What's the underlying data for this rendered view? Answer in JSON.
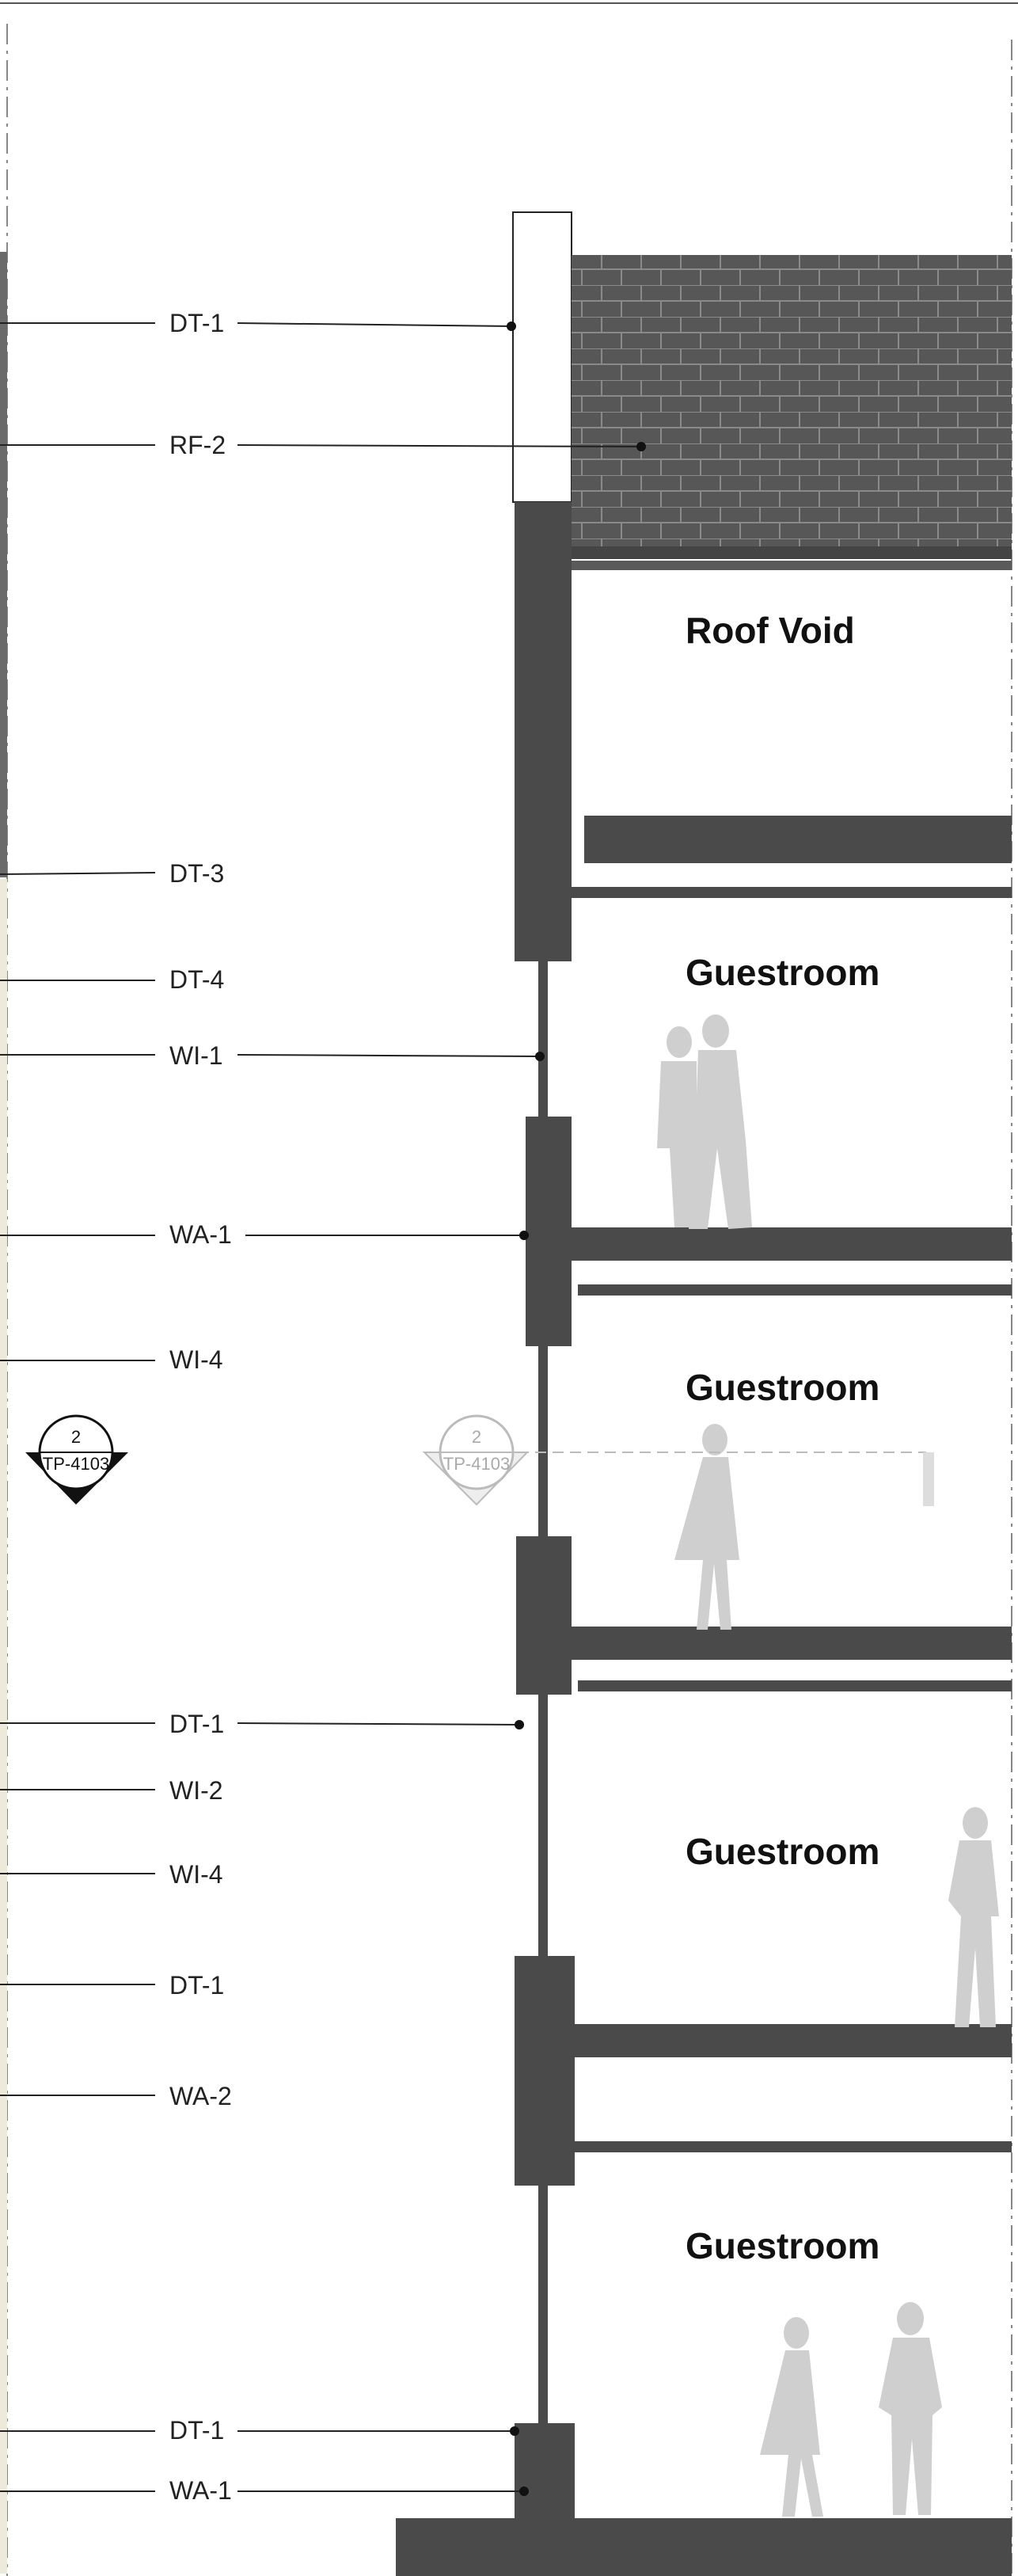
{
  "rooms": {
    "roof_void": "Roof Void",
    "guestroom_1": "Guestroom",
    "guestroom_2": "Guestroom",
    "guestroom_3": "Guestroom",
    "guestroom_4": "Guestroom"
  },
  "tags": [
    "DT-1",
    "RF-2",
    "DT-3",
    "DT-4",
    "WI-1",
    "WA-1",
    "WI-4",
    "DT-1",
    "WI-2",
    "WI-4",
    "DT-1",
    "WA-2",
    "DT-1",
    "WA-1"
  ],
  "section_marker_left": {
    "number": "2",
    "sheet": "TP-4103"
  },
  "section_marker_right": {
    "number": "2",
    "sheet": "TP-4103"
  },
  "colors": {
    "wall": "#4a4a4a",
    "wall_dark": "#3a3a3a",
    "roof_tile": "#555555",
    "people": "#cfcfcf",
    "line": "#222222"
  }
}
